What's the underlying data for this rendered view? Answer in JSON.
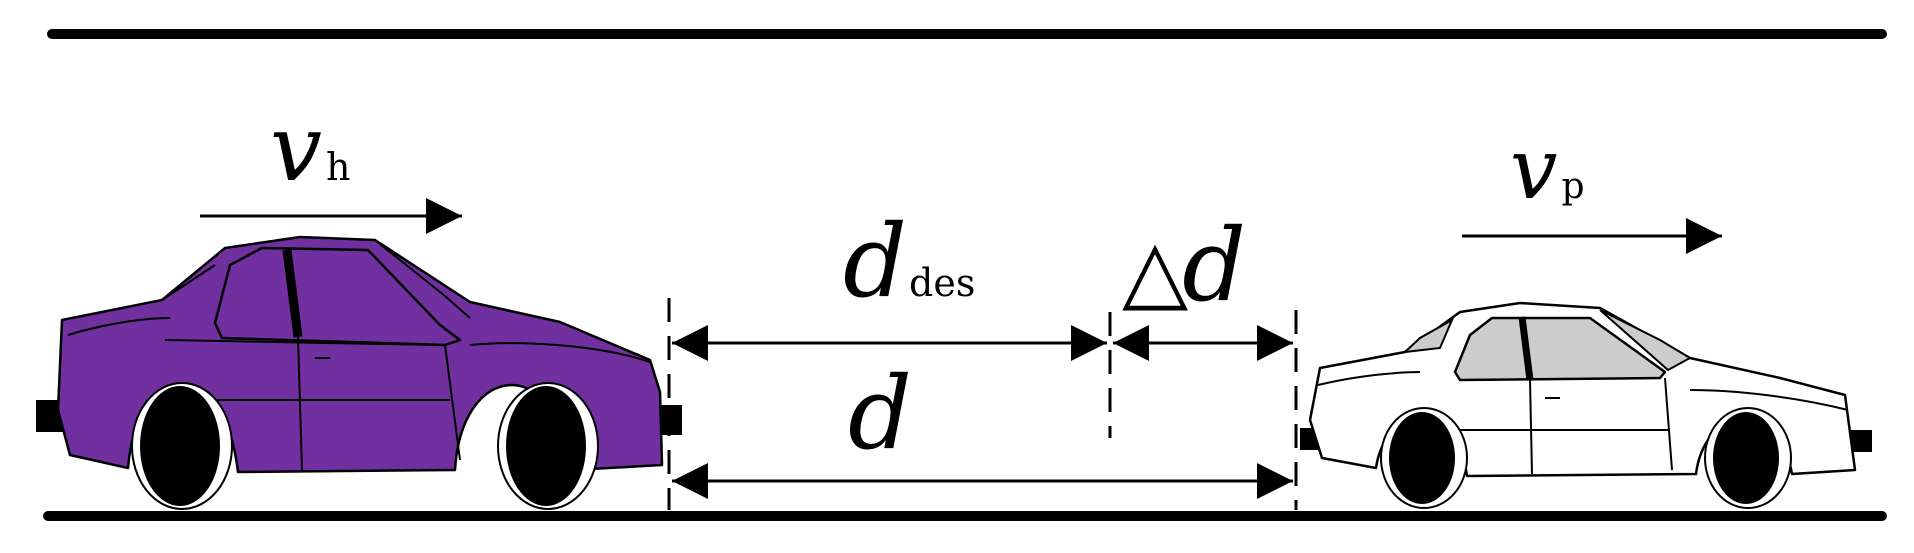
{
  "colors": {
    "road": "#000000",
    "host_car_body": "#7030a0",
    "preceding_car_body": "#ffffff",
    "preceding_car_glass": "#cccccc",
    "tire": "#000000",
    "line": "#000000"
  },
  "labels": {
    "host_velocity": {
      "symbol": "v",
      "subscript": "h"
    },
    "preceding_velocity": {
      "symbol": "v",
      "subscript": "p"
    },
    "desired_distance": {
      "symbol": "d",
      "subscript": "des"
    },
    "distance_error": {
      "delta": "△",
      "symbol": "d"
    },
    "distance": {
      "symbol": "d"
    }
  }
}
